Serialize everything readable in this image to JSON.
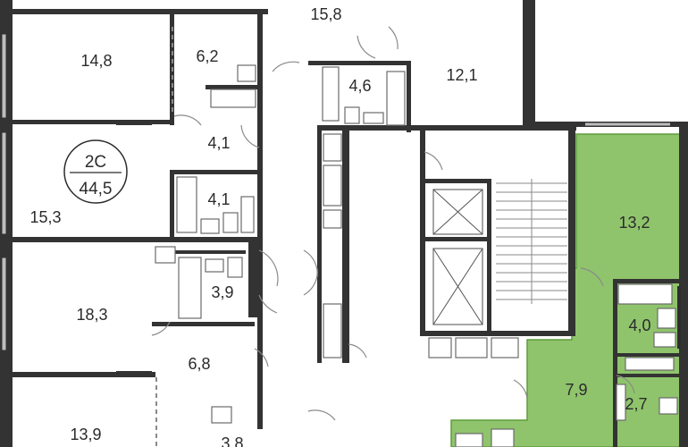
{
  "colors": {
    "highlight_fill": "#8fc46c",
    "highlight_stroke": "#5f9b3c",
    "wall": "#333333",
    "background": "#ffffff"
  },
  "badge": {
    "type_label": "2С",
    "area_label": "44,5"
  },
  "rooms": {
    "r_15_8": "15,8",
    "r_14_8": "14,8",
    "r_6_2": "6,2",
    "r_4_6": "4,6",
    "r_12_1": "12,1",
    "r_4_1_hall": "4,1",
    "r_4_1_bath": "4,1",
    "r_15_3": "15,3",
    "r_13_2": "13,2",
    "r_18_3": "18,3",
    "r_3_9": "3,9",
    "r_4_0": "4,0",
    "r_6_8": "6,8",
    "r_7_9": "7,9",
    "r_2_7": "2,7",
    "r_13_9": "13,9",
    "r_3_8": "3,8"
  }
}
